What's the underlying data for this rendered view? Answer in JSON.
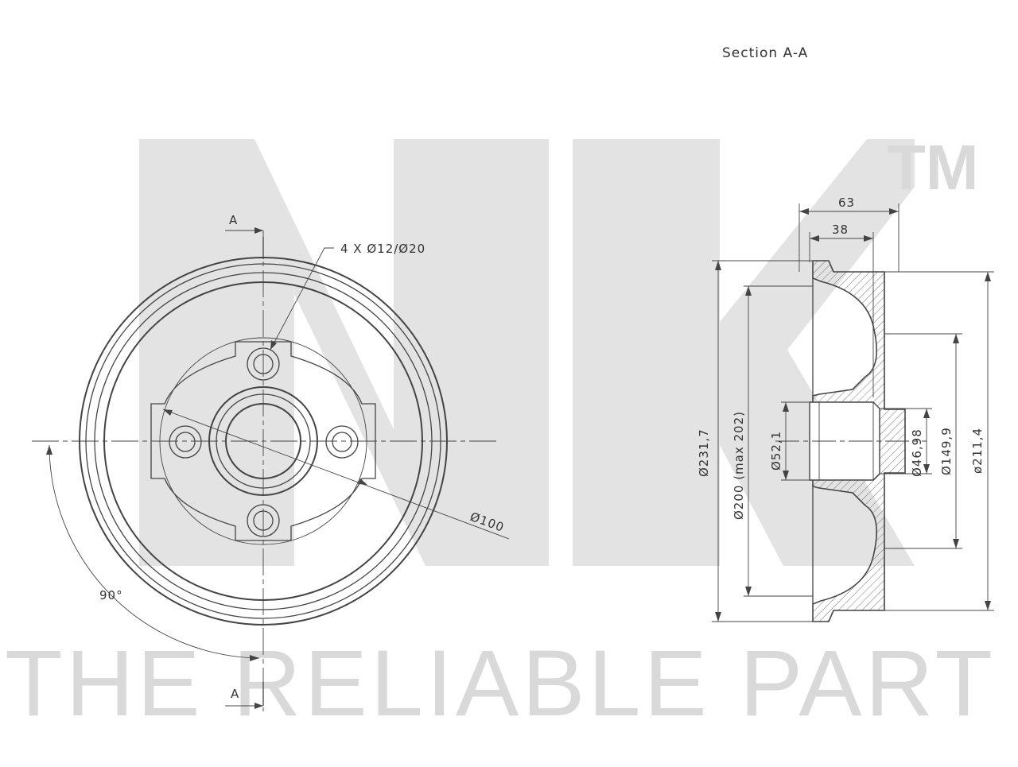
{
  "section_title": "Section A-A",
  "watermark": {
    "logo_trademark": "TM",
    "slogan": "THE RELIABLE PART"
  },
  "front_view": {
    "section_marker_top": "A",
    "section_marker_bottom": "A",
    "bolt_hole_note": "4 X Ø12/Ø20",
    "pitch_circle_label": "Ø100",
    "angle_label": "90°"
  },
  "section_view": {
    "overall_width": "63",
    "hub_width": "38",
    "outer_diameter": "Ø231,7",
    "braking_diameter": "Ø200 (max 202)",
    "bearing_bore": "Ø52,1",
    "centre_bore": "Ø46,98",
    "flange_diameter": "Ø149,9",
    "shoulder_diameter": "ø211,4"
  },
  "colors": {
    "line": "#444444",
    "hatch": "#666666",
    "watermark": "#d9d9d9"
  }
}
